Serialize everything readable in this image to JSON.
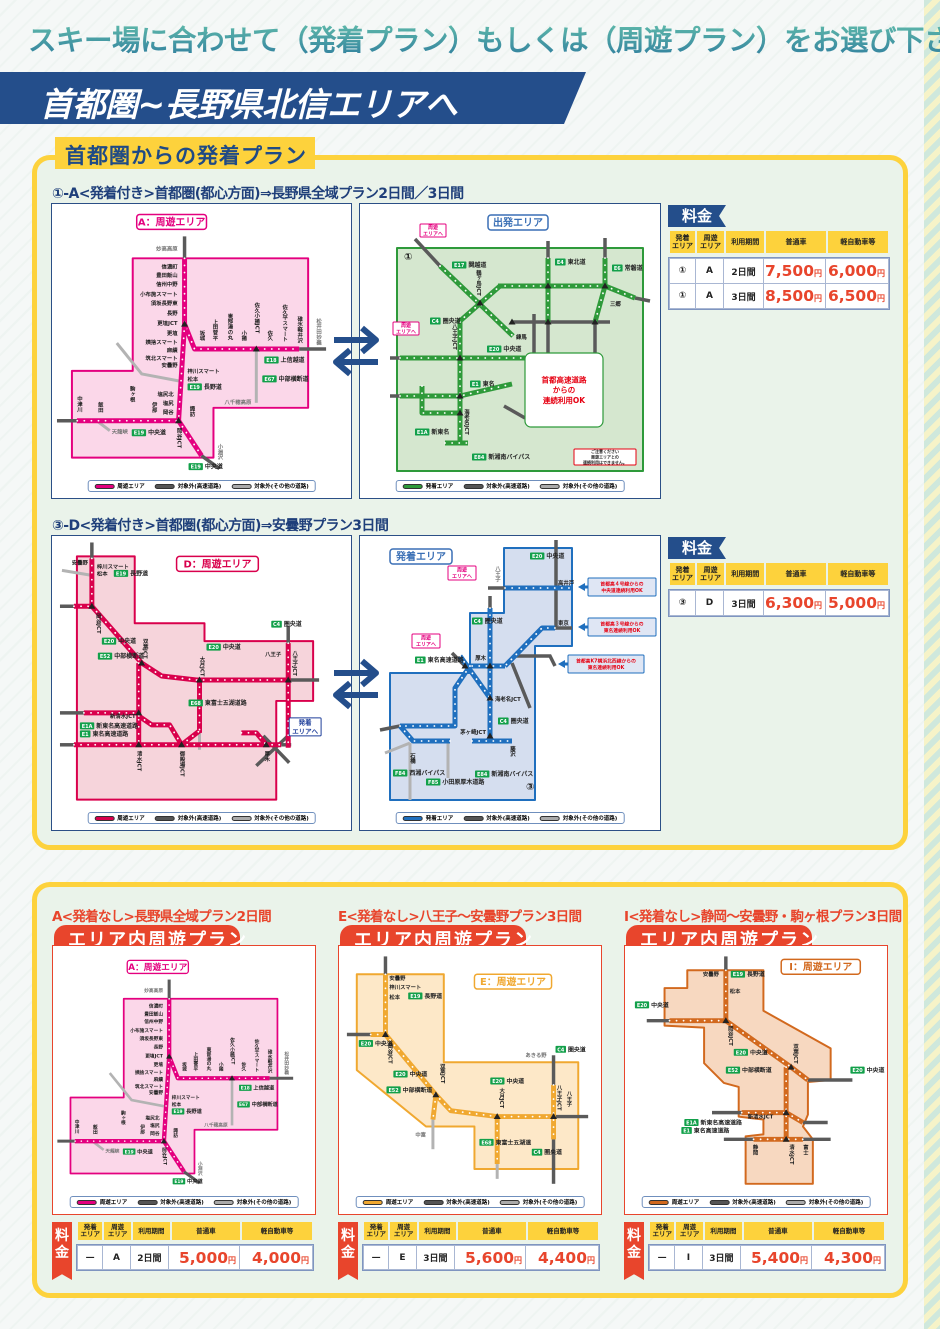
{
  "colors": {
    "navy": "#244e8b",
    "yellow": "#fdd23c",
    "orange_red": "#e8452c",
    "magenta": "#e4007f",
    "crimson": "#d9004c",
    "green": "#2e9a3a",
    "blue": "#1f6fbe",
    "orange": "#f0a830",
    "brown": "#d2691e"
  },
  "header": {
    "title": "スキー場に合わせて（発着プラン）もしくは（周遊プラン）をお選び下さい",
    "banner": "首都圏~長野県北信エリアへ"
  },
  "section1": {
    "tab": "首都圏からの発着プラン",
    "plans": [
      {
        "heading": "①-A<発着付き>首都圏(都心方面)⇒長野県全域プラン2日間／3日間",
        "area_map": {
          "badge": "A：周遊エリア",
          "labels": [
            "妙高高原",
            "信濃町",
            "豊田飯山",
            "信州中野",
            "小布施スマート",
            "須坂長野東",
            "長野",
            "更埴JCT",
            "更埴",
            "姨捨スマート",
            "麻績",
            "筑北スマート",
            "安曇野",
            "梓川スマート",
            "松本",
            "塩尻北",
            "塩尻",
            "岡谷",
            "坂城",
            "上田菅平",
            "東部湯の丸",
            "小諸",
            "佐久小諸JCT",
            "佐久",
            "佐久平スマート",
            "碓氷軽井沢",
            "松井田妙義",
            "中津川",
            "飯田",
            "駒ヶ根",
            "伊那",
            "諏訪",
            "小淵沢",
            "岡谷JCT",
            "八千穂高原",
            "天龍峡"
          ],
          "roads": [
            {
              "code": "E18",
              "name": "上信越道"
            },
            {
              "code": "E67",
              "name": "中部横断道"
            },
            {
              "code": "E19",
              "name": "長野道"
            },
            {
              "code": "E19",
              "name": "中央道"
            },
            {
              "code": "E19",
              "name": "中央道"
            }
          ],
          "legend": [
            "周遊エリア",
            "対象外(高速道路)",
            "対象外(その他の道路)"
          ]
        },
        "dep_map": {
          "badge": "出発エリア",
          "labels": [
            "①",
            "練馬",
            "鶴ヶ島JCT",
            "八王子JCT",
            "海老名JCT",
            "三郷"
          ],
          "roads": [
            {
              "code": "E17",
              "name": "関越道"
            },
            {
              "code": "E4",
              "name": "東北道"
            },
            {
              "code": "E6",
              "name": "常磐道"
            },
            {
              "code": "C4",
              "name": "圏央道"
            },
            {
              "code": "E20",
              "name": "中央道"
            },
            {
              "code": "E1",
              "name": "東名"
            },
            {
              "code": "E1A",
              "name": "新東名"
            },
            {
              "code": "E84",
              "name": "新湘南バイパス"
            }
          ],
          "notice_box": [
            "首都高速道路",
            "からの",
            "連続利用OK"
          ],
          "note": [
            "ご注意ください",
            "周遊エリアとの",
            "連続利用はできません。"
          ],
          "to_tour": [
            "周遊",
            "エリアへ"
          ],
          "legend": [
            "発着エリア",
            "対象外(高速道路)",
            "対象外(その他の道路)"
          ]
        },
        "price": {
          "title": "料金",
          "headers": [
            "発着\nエリア",
            "周遊\nエリア",
            "利用期間",
            "普通車",
            "軽自動車等"
          ],
          "unit": "円",
          "rows": [
            [
              "①",
              "A",
              "2日間",
              "7,500",
              "6,000"
            ],
            [
              "①",
              "A",
              "3日間",
              "8,500",
              "6,500"
            ]
          ]
        }
      },
      {
        "heading": "③-D<発着付き>首都圏(都心方面)⇒安曇野プラン3日間",
        "area_map": {
          "badge": "D：周遊エリア",
          "labels": [
            "安曇野",
            "梓川スマート",
            "松本",
            "岡谷JCT",
            "双葉JCT",
            "大月JCT",
            "八王子JCT",
            "八王子",
            "新清水JCT",
            "清水JCT",
            "御殿場JCT",
            "厚木"
          ],
          "roads": [
            {
              "code": "E19",
              "name": "長野道"
            },
            {
              "code": "E20",
              "name": "中央道"
            },
            {
              "code": "E52",
              "name": "中部横断道"
            },
            {
              "code": "E20",
              "name": "中央道"
            },
            {
              "code": "C4",
              "name": "圏央道"
            },
            {
              "code": "E68",
              "name": "東富士五湖道路"
            },
            {
              "code": "E1A",
              "name": "新東名高速道路"
            },
            {
              "code": "E1",
              "name": "東名高速道路"
            }
          ],
          "to_dep": [
            "発着",
            "エリアへ"
          ],
          "legend": [
            "周遊エリア",
            "対象外(高速道路)",
            "対象外(その他の道路)"
          ]
        },
        "dep_map": {
          "badge": "発着エリア",
          "labels": [
            "八王子",
            "高井戸",
            "東京",
            "厚木",
            "海老名JCT",
            "茅ヶ崎JCT",
            "藤沢",
            "石橋",
            "③"
          ],
          "roads": [
            {
              "code": "E20",
              "name": "中央道"
            },
            {
              "code": "C4",
              "name": "圏央道"
            },
            {
              "code": "E1",
              "name": "東名高速道路"
            },
            {
              "code": "C4",
              "name": "圏央道"
            },
            {
              "code": "E84",
              "name": "新湘南バイパス"
            },
            {
              "code": "F84",
              "name": "西湘バイパス"
            },
            {
              "code": "F85",
              "name": "小田原厚木道路"
            }
          ],
          "c1": [
            "首都高４号線からの",
            "中央道連続利用OK"
          ],
          "c2": [
            "首都高３号線からの",
            "東名連続利用OK"
          ],
          "c3": [
            "首都高K7横浜北西線からの",
            "東名連続利用OK"
          ],
          "to_tour": [
            "周遊",
            "エリアへ"
          ],
          "legend": [
            "発着エリア",
            "対象外(高速道路)",
            "対象外(その他の道路)"
          ]
        },
        "price": {
          "title": "料金",
          "headers": [
            "発着\nエリア",
            "周遊\nエリア",
            "利用期間",
            "普通車",
            "軽自動車等"
          ],
          "unit": "円",
          "rows": [
            [
              "③",
              "D",
              "3日間",
              "6,300",
              "5,000"
            ]
          ]
        }
      }
    ]
  },
  "section2": {
    "plans": [
      {
        "heading": "A<発着なし>長野県全域プラン2日間",
        "tab": "エリア内周遊プラン",
        "map": {
          "badge": "A：周遊エリア",
          "labels": [
            "妙高高原",
            "信濃町",
            "豊田飯山",
            "信州中野",
            "小布施スマート",
            "須坂長野東",
            "長野",
            "更埴JCT",
            "更埴",
            "姨捨スマート",
            "麻績",
            "筑北スマート",
            "安曇野",
            "梓川スマート",
            "松本",
            "塩尻北",
            "塩尻",
            "岡谷",
            "坂城",
            "上田菅平",
            "東部湯の丸",
            "小諸",
            "佐久小諸JCT",
            "佐久",
            "佐久平スマート",
            "碓氷軽井沢",
            "松井田妙義",
            "中津川",
            "飯田",
            "駒ヶ根",
            "伊那",
            "諏訪",
            "小淵沢",
            "岡谷JCT",
            "八千穂高原",
            "天龍峡"
          ],
          "roads": [
            {
              "code": "E18",
              "name": "上信越道"
            },
            {
              "code": "E67",
              "name": "中部横断道"
            },
            {
              "code": "E19",
              "name": "長野道"
            },
            {
              "code": "E19",
              "name": "中央道"
            },
            {
              "code": "E19",
              "name": "中央道"
            }
          ],
          "legend": [
            "周遊エリア",
            "対象外(高速道路)",
            "対象外(その他の道路)"
          ]
        },
        "price": {
          "title": "料金",
          "headers": [
            "発着\nエリア",
            "周遊\nエリア",
            "利用期間",
            "普通車",
            "軽自動車等"
          ],
          "unit": "円",
          "rows": [
            [
              "—",
              "A",
              "2日間",
              "5,000",
              "4,000"
            ]
          ]
        }
      },
      {
        "heading": "E<発着なし>八王子～安曇野プラン3日間",
        "tab": "エリア内周遊プラン",
        "map": {
          "badge": "E：周遊エリア",
          "labels": [
            "安曇野",
            "梓川スマート",
            "松本",
            "岡谷JCT",
            "双葉JCT",
            "大月JCT",
            "八王子JCT",
            "八王子",
            "中富",
            "あきる野"
          ],
          "roads": [
            {
              "code": "E19",
              "name": "長野道"
            },
            {
              "code": "E20",
              "name": "中央道"
            },
            {
              "code": "E20",
              "name": "中央道"
            },
            {
              "code": "E52",
              "name": "中部横断道"
            },
            {
              "code": "E20",
              "name": "中央道"
            },
            {
              "code": "C4",
              "name": "圏央道"
            },
            {
              "code": "E68",
              "name": "東富士五湖道"
            },
            {
              "code": "C4",
              "name": "圏央道"
            }
          ],
          "legend": [
            "周遊エリア",
            "対象外(高速道路)",
            "対象外(その他の道路)"
          ]
        },
        "price": {
          "title": "料金",
          "headers": [
            "発着\nエリア",
            "周遊\nエリア",
            "利用期間",
            "普通車",
            "軽自動車等"
          ],
          "unit": "円",
          "rows": [
            [
              "—",
              "E",
              "3日間",
              "5,600",
              "4,400"
            ]
          ]
        }
      },
      {
        "heading": "I<発着なし>静岡～安曇野・駒ヶ根プラン3日間",
        "tab": "エリア内周遊プラン",
        "map": {
          "badge": "I：周遊エリア",
          "labels": [
            "安曇野",
            "松本",
            "岡谷JCT",
            "双葉JCT",
            "新清水JCT",
            "清水JCT",
            "静岡",
            "富士"
          ],
          "roads": [
            {
              "code": "E19",
              "name": "長野道"
            },
            {
              "code": "E20",
              "name": "中央道"
            },
            {
              "code": "E20",
              "name": "中央道"
            },
            {
              "code": "E52",
              "name": "中部横断道"
            },
            {
              "code": "E20",
              "name": "中央道"
            },
            {
              "code": "E1A",
              "name": "新東名高速道路"
            },
            {
              "code": "E1",
              "name": "東名高速道路"
            }
          ],
          "legend": [
            "周遊エリア",
            "対象外(高速道路)",
            "対象外(その他の道路)"
          ]
        },
        "price": {
          "title": "料金",
          "headers": [
            "発着\nエリア",
            "周遊\nエリア",
            "利用期間",
            "普通車",
            "軽自動車等"
          ],
          "unit": "円",
          "rows": [
            [
              "—",
              "I",
              "3日間",
              "5,400",
              "4,300"
            ]
          ]
        }
      }
    ]
  }
}
